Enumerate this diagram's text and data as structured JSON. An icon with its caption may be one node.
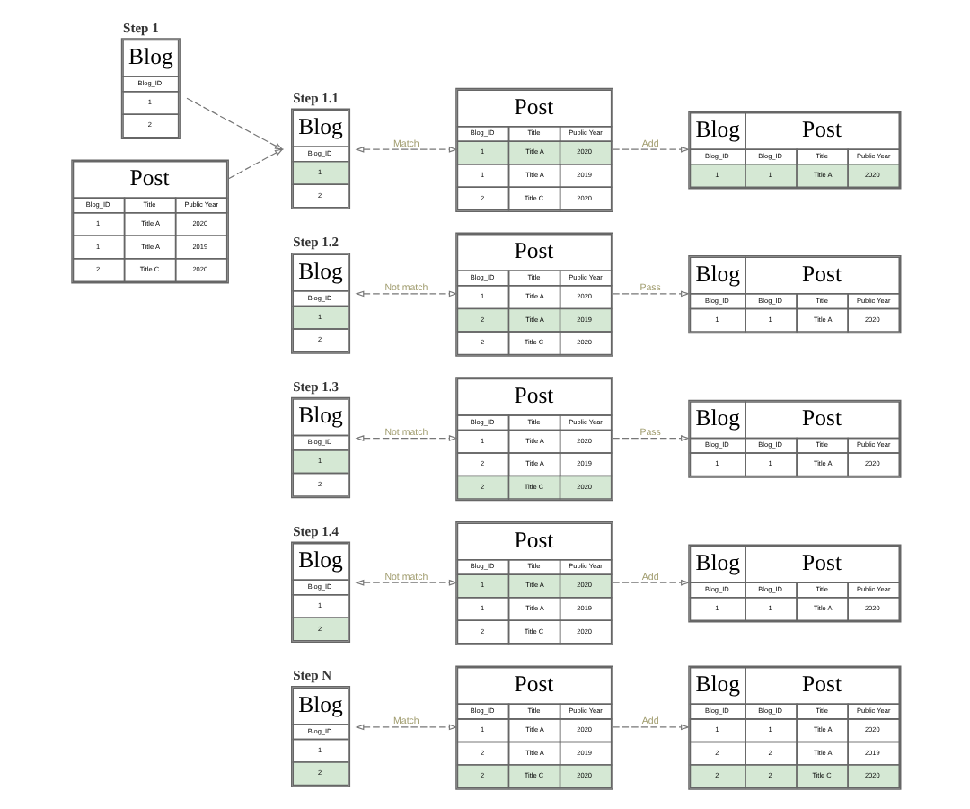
{
  "diagram": {
    "nodes": [
      {
        "text": [
          "Step 1",
          "Blog",
          "Blog_ID",
          "1",
          "2"
        ]
      },
      {
        "text": [
          "Post",
          "Blog_ID",
          "Title",
          "Public Year",
          "1",
          "Title A",
          "2020",
          "1",
          "Title A",
          "2019",
          "2",
          "Title C",
          "2020"
        ]
      },
      {
        "text": [
          "Step 1.1",
          "Blog",
          "Blog_ID",
          "1",
          "2"
        ]
      },
      {
        "text": [
          "Post",
          "Blog_ID",
          "Title",
          "Public Year",
          "1",
          "Title A",
          "2020",
          "1",
          "Title A",
          "2019",
          "2",
          "Title C",
          "2020"
        ]
      },
      {
        "text": [
          "Blog",
          "Post",
          "Blog_ID",
          "Blog_ID",
          "Title",
          "Public Year",
          "1",
          "1",
          "Title A",
          "2020"
        ]
      },
      {
        "text": [
          "Step 1.2",
          "Blog",
          "Blog_ID",
          "1",
          "2"
        ]
      },
      {
        "text": [
          "Post",
          "Blog_ID",
          "Title",
          "Public Year",
          "1",
          "Title A",
          "2020",
          "2",
          "Title A",
          "2019",
          "2",
          "Title C",
          "2020"
        ]
      },
      {
        "text": [
          "Blog",
          "Post",
          "Blog_ID",
          "Blog_ID",
          "Title",
          "Public Year",
          "1",
          "1",
          "Title A",
          "2020"
        ]
      },
      {
        "text": [
          "Step 1.3",
          "Blog",
          "Blog_ID",
          "1",
          "2"
        ]
      },
      {
        "text": [
          "Post",
          "Blog_ID",
          "Title",
          "Public Year",
          "1",
          "Title A",
          "2020",
          "2",
          "Title A",
          "2019",
          "2",
          "Title C",
          "2020"
        ]
      },
      {
        "text": [
          "Blog",
          "Post",
          "Blog_ID",
          "Blog_ID",
          "Title",
          "Public Year",
          "1",
          "1",
          "Title A",
          "2020"
        ]
      },
      {
        "text": [
          "Step 1.4",
          "Blog",
          "Blog_ID",
          "1",
          "2"
        ]
      },
      {
        "text": [
          "Post",
          "Blog_ID",
          "Title",
          "Public Year",
          "1",
          "Title A",
          "2020",
          "1",
          "Title A",
          "2019",
          "2",
          "Title C",
          "2020"
        ]
      },
      {
        "text": [
          "Blog",
          "Post",
          "Blog_ID",
          "Blog_ID",
          "Title",
          "Public Year",
          "1",
          "1",
          "Title A",
          "2020"
        ]
      },
      {
        "text": [
          "Step N",
          "Blog",
          "Blog_ID",
          "1",
          "2"
        ]
      },
      {
        "text": [
          "Post",
          "Blog_ID",
          "Title",
          "Public Year",
          "1",
          "Title A",
          "2020",
          "2",
          "Title A",
          "2019",
          "2",
          "Title C",
          "2020"
        ]
      },
      {
        "text": [
          "Blog",
          "Post",
          "Blog_ID",
          "Blog_ID",
          "Title",
          "Public Year",
          "1",
          "1",
          "Title A",
          "2020",
          "2",
          "2",
          "Title A",
          "2019",
          "2",
          "2",
          "Title C",
          "2020"
        ]
      }
    ],
    "edges": [
      {
        "from": 0,
        "to": 2,
        "arrow": "to",
        "style": "dashed"
      },
      {
        "from": 1,
        "to": 2,
        "arrow": "to",
        "style": "dashed"
      },
      {
        "from": 2,
        "to": 3,
        "arrow": "both",
        "style": "dashed",
        "label": "Match"
      },
      {
        "from": 3,
        "to": 4,
        "arrow": "to",
        "style": "dashed",
        "label": "Add"
      },
      {
        "from": 5,
        "to": 6,
        "arrow": "both",
        "style": "dashed",
        "label": "Not match"
      },
      {
        "from": 6,
        "to": 7,
        "arrow": "to",
        "style": "dashed",
        "label": "Pass"
      },
      {
        "from": 8,
        "to": 9,
        "arrow": "both",
        "style": "dashed",
        "label": "Not match"
      },
      {
        "from": 9,
        "to": 10,
        "arrow": "to",
        "style": "dashed",
        "label": "Pass"
      },
      {
        "from": 11,
        "to": 12,
        "arrow": "both",
        "style": "dashed",
        "label": "Not match"
      },
      {
        "from": 12,
        "to": 13,
        "arrow": "to",
        "style": "dashed",
        "label": "Add"
      },
      {
        "from": 14,
        "to": 15,
        "arrow": "both",
        "style": "dashed",
        "label": "Match"
      },
      {
        "from": 15,
        "to": 16,
        "arrow": "to",
        "style": "dashed",
        "label": "Add"
      }
    ]
  }
}
